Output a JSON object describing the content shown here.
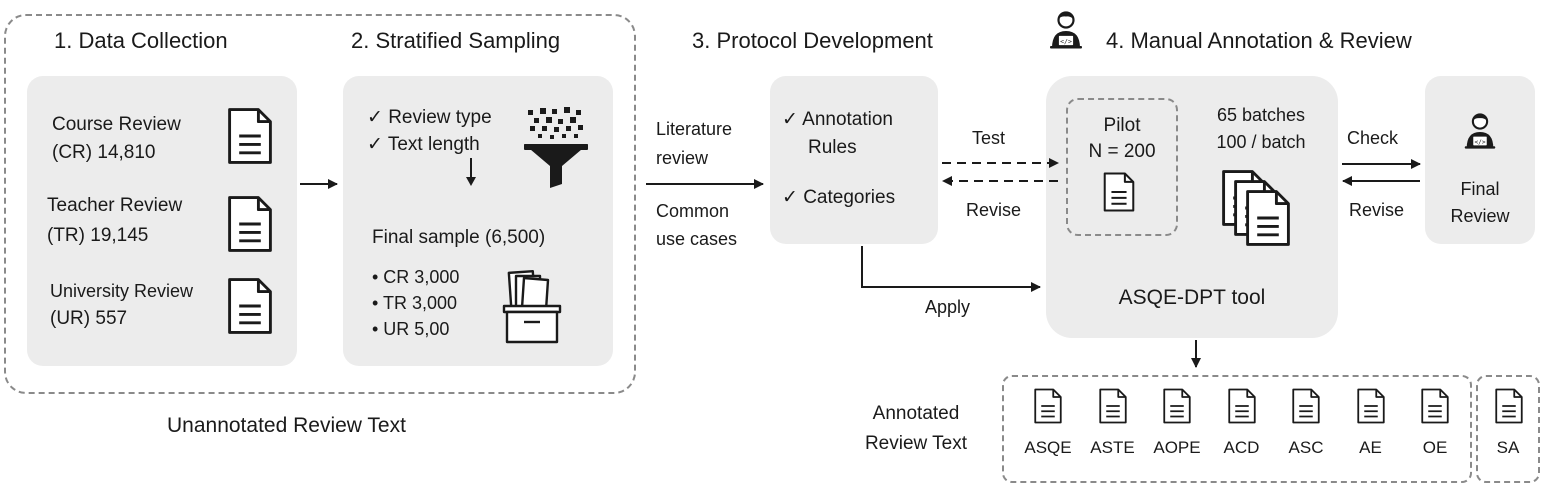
{
  "stage1": {
    "title": "1. Data Collection",
    "items": [
      {
        "line1": "Course Review",
        "line2": "(CR) 14,810"
      },
      {
        "line1": "Teacher Review",
        "line2": "(TR) 19,145"
      },
      {
        "line1": "University Review",
        "line2": "(UR) 557"
      }
    ]
  },
  "stage2": {
    "title": "2. Stratified Sampling",
    "criteria": [
      "✓  Review type",
      "✓  Text length"
    ],
    "final_sample": "Final sample (6,500)",
    "bullets": [
      "•  CR 3,000",
      "•  TR 3,000",
      "•  UR 5,00"
    ]
  },
  "group_label": "Unannotated Review Text",
  "inputs": {
    "top_line1": "Literature",
    "top_line2": "review",
    "bottom_line1": "Common",
    "bottom_line2": "use cases"
  },
  "stage3": {
    "title": "3. Protocol Development",
    "items": [
      "✓ Annotation",
      "Rules",
      "✓ Categories"
    ]
  },
  "flow_labels": {
    "test": "Test",
    "revise_left": "Revise",
    "apply": "Apply",
    "check": "Check",
    "revise_right": "Revise"
  },
  "stage4": {
    "title": "4. Manual Annotation & Review",
    "pilot_line1": "Pilot",
    "pilot_line2": "N = 200",
    "batches_line1": "65 batches",
    "batches_line2": "100 / batch",
    "tool": "ASQE-DPT tool"
  },
  "final_review": {
    "line1": "Final",
    "line2": "Review"
  },
  "output": {
    "label_line1": "Annotated",
    "label_line2": "Review Text",
    "tasks": [
      "ASQE",
      "ASTE",
      "AOPE",
      "ACD",
      "ASC",
      "AE",
      "OE"
    ],
    "extra_task": "SA"
  },
  "icons": [
    "document-icon",
    "funnel-icon",
    "file-box-icon",
    "stacked-documents-icon",
    "annotator-person-icon",
    "reviewer-person-icon"
  ],
  "colors": {
    "panel": "#ececec",
    "dash": "#8a8a8a",
    "ink": "#1a1a1a"
  }
}
